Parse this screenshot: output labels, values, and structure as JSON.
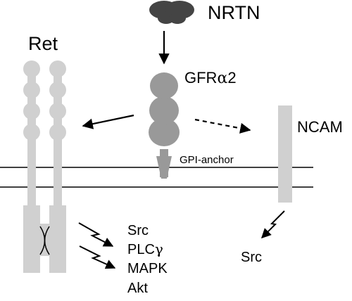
{
  "labels": {
    "ligand": "NRTN",
    "receptor_ret": "Ret",
    "coreceptor": "GFRα2",
    "coreceptor_prefix": "GFR",
    "coreceptor_greek": "α",
    "coreceptor_suffix": "2",
    "anchor": "GPI-anchor",
    "ncam": "NCAM"
  },
  "ret_downstream": [
    {
      "text": "Src"
    },
    {
      "prefix": "PLC",
      "greek": "γ"
    },
    {
      "text": "MAPK"
    },
    {
      "text": "Akt"
    }
  ],
  "ncam_downstream": "Src",
  "colors": {
    "ret": "#d0d0d0",
    "gfr": "#999999",
    "ligand": "#444444",
    "ncam": "#d0d0d0",
    "membrane": "#000000"
  },
  "icons": {
    "ligand": "butterfly-dimer-icon",
    "signal": "lightning-arrow-icon"
  }
}
